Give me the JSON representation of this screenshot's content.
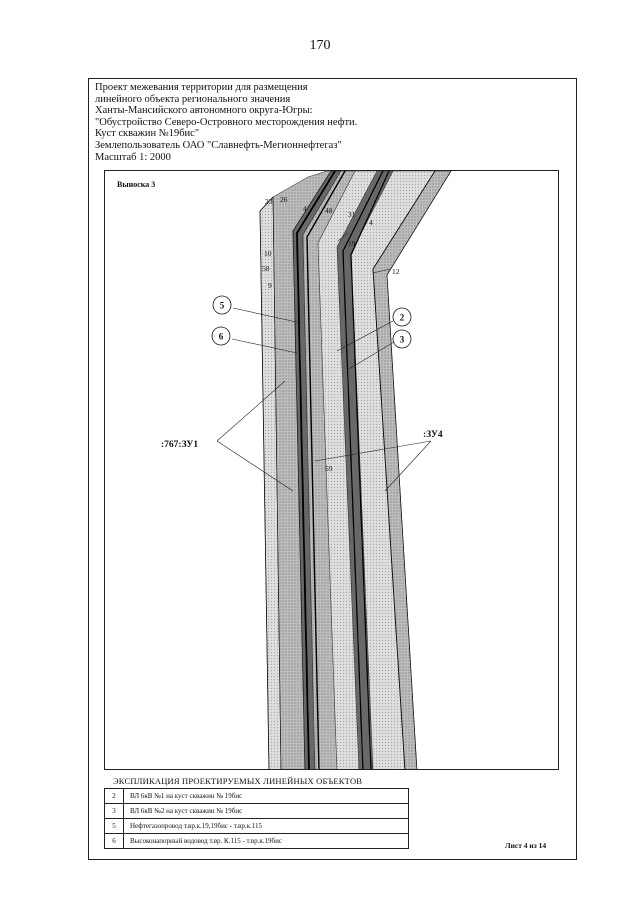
{
  "page_number": "170",
  "header": {
    "lines": [
      "Проект межевания территории для размещения",
      "линейного объекта регионального значения",
      "Ханты-Мансийского автономного округа-Югры:",
      "\"Обустройство Северо-Островного месторождения нефти.",
      "Куст скважин №19бис\"",
      "Землепользователь ОАО \"Славнефть-Мегионнефтегаз\"",
      "Масштаб 1: 2000"
    ]
  },
  "map": {
    "title": "Выноска 3",
    "point_labels": [
      "23",
      "26",
      "4",
      "48",
      "31",
      "4",
      "19",
      "10",
      "58",
      "9",
      "12",
      "59"
    ],
    "object_markers": [
      "5",
      "6",
      "2",
      "3"
    ],
    "parcel_labels": [
      ":767:ЗУ1",
      ":ЗУ4"
    ]
  },
  "explication": {
    "title": "ЭКСПЛИКАЦИЯ ПРОЕКТИРУЕМЫХ ЛИНЕЙНЫХ ОБЪЕКТОВ",
    "rows": [
      {
        "num": "2",
        "name": "ВЛ 6кВ №1 на куст скважин № 19бис"
      },
      {
        "num": "3",
        "name": "ВЛ 6кВ №2 на куст скважин № 19бис"
      },
      {
        "num": "5",
        "name": "Нефтегазопровод т.вр.к.19,19бис - т.вр.к.115"
      },
      {
        "num": "6",
        "name": "Высоконапорный водовод т.вр. К.115 - т.вр.к.19бис"
      }
    ]
  },
  "sheet": "Лист 4 из 14"
}
